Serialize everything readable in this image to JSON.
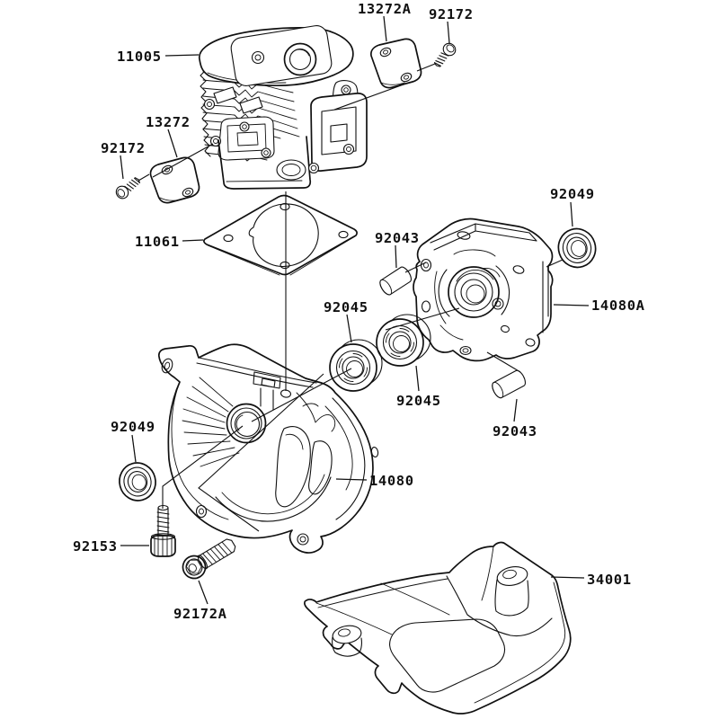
{
  "page": {
    "background": "#ffffff",
    "ink": "#111111"
  },
  "diagram": {
    "type": "exploded-parts-diagram",
    "labels": [
      {
        "id": "label-13272A",
        "text": "13272A"
      },
      {
        "id": "label-92172-top",
        "text": "92172"
      },
      {
        "id": "label-11005",
        "text": "11005"
      },
      {
        "id": "label-13272",
        "text": "13272"
      },
      {
        "id": "label-92172-left",
        "text": "92172"
      },
      {
        "id": "label-11061",
        "text": "11061"
      },
      {
        "id": "label-92043-upper",
        "text": "92043"
      },
      {
        "id": "label-92049-right",
        "text": "92049"
      },
      {
        "id": "label-14080A",
        "text": "14080A"
      },
      {
        "id": "label-92045-upper",
        "text": "92045"
      },
      {
        "id": "label-92045-lower",
        "text": "92045"
      },
      {
        "id": "label-92043-lower",
        "text": "92043"
      },
      {
        "id": "label-92049-left",
        "text": "92049"
      },
      {
        "id": "label-14080",
        "text": "14080"
      },
      {
        "id": "label-92153",
        "text": "92153"
      },
      {
        "id": "label-92172A",
        "text": "92172A"
      },
      {
        "id": "label-34001",
        "text": "34001"
      }
    ]
  }
}
